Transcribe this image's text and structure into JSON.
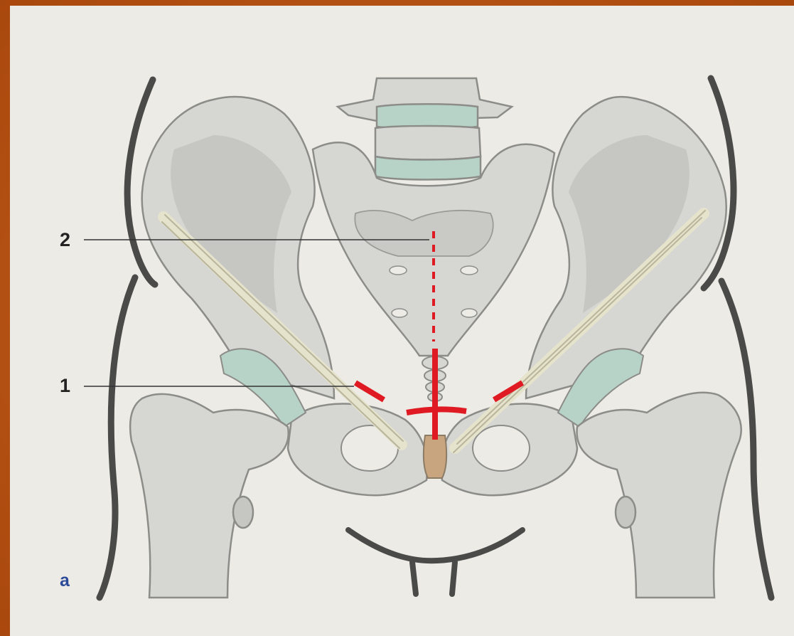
{
  "figure": {
    "panel_label": "a",
    "callouts": [
      {
        "number": "1"
      },
      {
        "number": "2"
      }
    ],
    "colors": {
      "page": "#ecebe6",
      "frame": "#b8520f",
      "bone": "#d6d6d2",
      "bone_outline": "#8c8c88",
      "cartilage": "#b7d3c7",
      "symphysis": "#c9a57f",
      "incision": "#e01a22",
      "body_outline": "#4a4a48",
      "ligament": "#efeddc"
    }
  }
}
